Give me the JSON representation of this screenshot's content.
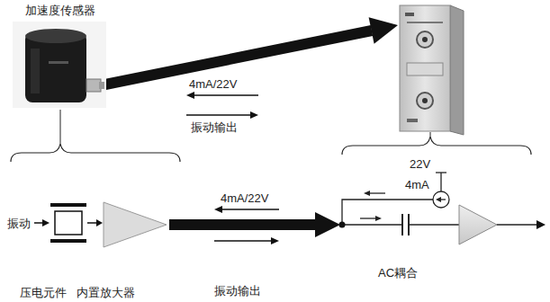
{
  "diagram": {
    "nodes": [
      {
        "text": [
          "加速度传感器"
        ]
      },
      {
        "text": [
          "压电元件"
        ]
      },
      {
        "text": [
          "内置放大器"
        ]
      }
    ],
    "edges": [
      {
        "from": 1,
        "to": 2,
        "arrow": "to"
      }
    ],
    "labels": [
      "4mA/22V",
      "振动输出",
      "22V",
      "4mA",
      "振动",
      "4mA/22V",
      "振动输出",
      "AC耦合"
    ]
  }
}
